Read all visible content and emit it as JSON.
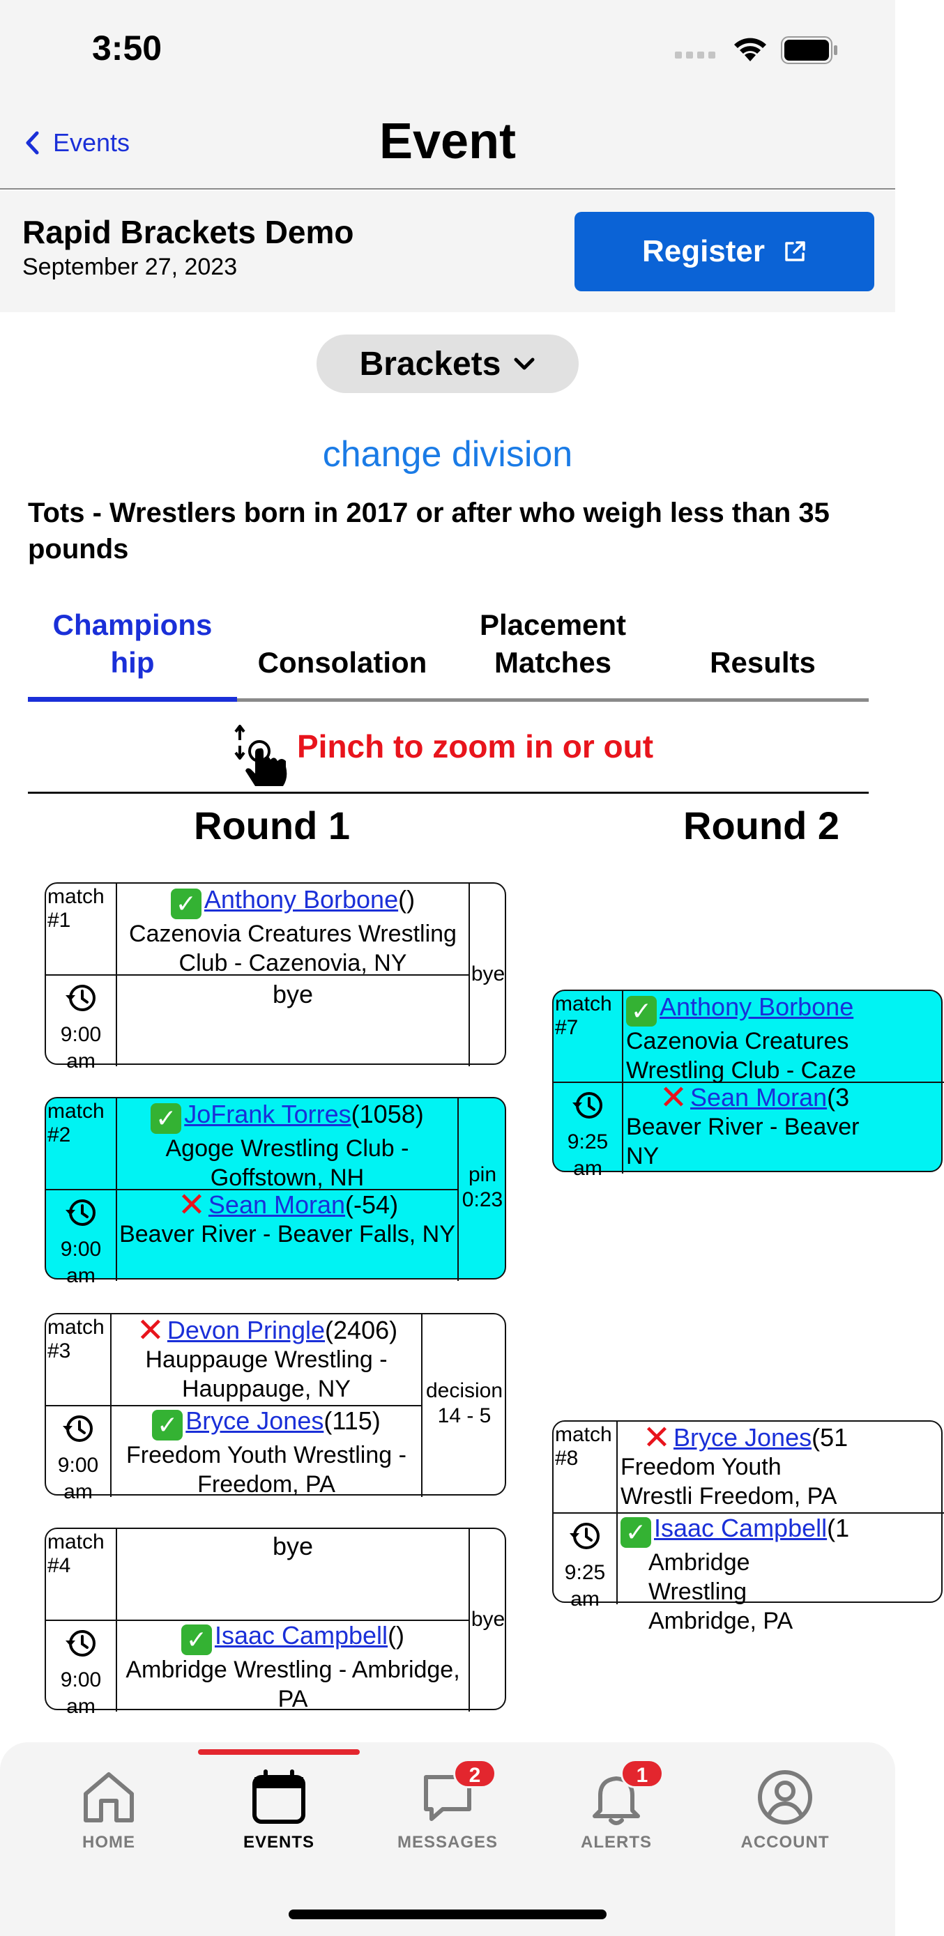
{
  "status": {
    "time": "3:50"
  },
  "nav": {
    "back_label": "Events",
    "title": "Event"
  },
  "event": {
    "name": "Rapid Brackets Demo",
    "date": "September 27, 2023",
    "register_label": "Register"
  },
  "view_selector": {
    "selected": "Brackets"
  },
  "change_division_label": "change division",
  "division": "Tots - Wrestlers born in 2017 or after who weigh less than 35 pounds",
  "tabs": [
    {
      "label": "Champions hip",
      "active": true
    },
    {
      "label": "Consolation",
      "active": false
    },
    {
      "label": "Placement Matches",
      "active": false
    },
    {
      "label": "Results",
      "active": false
    }
  ],
  "pinch_hint": "Pinch to zoom in or out",
  "rounds": [
    {
      "title": "Round 1"
    },
    {
      "title": "Round 2"
    }
  ],
  "matches": {
    "m1": {
      "label": "match #1",
      "time": "9:00 am",
      "result": "bye",
      "top": {
        "name": "Anthony Borbone",
        "score": "()",
        "team": "Cazenovia Creatures Wrestling Club - Cazenovia, NY",
        "status": "win"
      },
      "bottom": {
        "bye": "bye"
      }
    },
    "m2": {
      "label": "match #2",
      "time": "9:00 am",
      "result": "pin 0:23",
      "top": {
        "name": "JoFrank Torres",
        "score": "(1058)",
        "team": "Agoge Wrestling Club - Goffstown, NH",
        "status": "win"
      },
      "bottom": {
        "name": "Sean Moran",
        "score": "(-54)",
        "team": "Beaver River - Beaver Falls, NY",
        "status": "loss"
      }
    },
    "m3": {
      "label": "match #3",
      "time": "9:00 am",
      "result": "decision 14 - 5",
      "top": {
        "name": "Devon Pringle",
        "score": "(2406)",
        "team": "Hauppauge Wrestling - Hauppauge, NY",
        "status": "loss"
      },
      "bottom": {
        "name": "Bryce Jones",
        "score": "(115)",
        "team": "Freedom Youth Wrestling - Freedom, PA",
        "status": "win"
      }
    },
    "m4": {
      "label": "match #4",
      "time": "9:00 am",
      "result": "bye",
      "top": {
        "bye": "bye"
      },
      "bottom": {
        "name": "Isaac Campbell",
        "score": "()",
        "team": "Ambridge Wrestling - Ambridge, PA",
        "status": "win"
      }
    },
    "m7": {
      "label": "match #7",
      "time": "9:25 am",
      "top": {
        "name": "Anthony Borbone",
        "score": "",
        "team": "Cazenovia Creatures Wrestling Club - Caze",
        "status": "win"
      },
      "bottom": {
        "name": "Sean Moran",
        "score": "(3",
        "team": "Beaver River - Beaver NY",
        "status": "loss"
      }
    },
    "m8": {
      "label": "match #8",
      "time": "9:25 am",
      "top": {
        "name": "Bryce Jones",
        "score": "(51",
        "team": "Freedom Youth Wrestli Freedom, PA",
        "status": "loss"
      },
      "bottom": {
        "name": "Isaac Campbell",
        "score": "(1",
        "team": "Ambridge Wrestling Ambridge, PA",
        "status": "win"
      }
    }
  },
  "tabbar": [
    {
      "label": "HOME",
      "icon": "home-icon"
    },
    {
      "label": "EVENTS",
      "icon": "calendar-icon",
      "active": true
    },
    {
      "label": "MESSAGES",
      "icon": "message-icon",
      "badge": "2"
    },
    {
      "label": "ALERTS",
      "icon": "bell-icon",
      "badge": "1"
    },
    {
      "label": "ACCOUNT",
      "icon": "account-icon"
    }
  ],
  "colors": {
    "accent_blue": "#1a2fd8",
    "register_blue": "#0b63d6",
    "link_blue": "#1a7be6",
    "alert_red": "#e8141c",
    "match_cyan": "#00f3f3",
    "win_green": "#34b233"
  }
}
